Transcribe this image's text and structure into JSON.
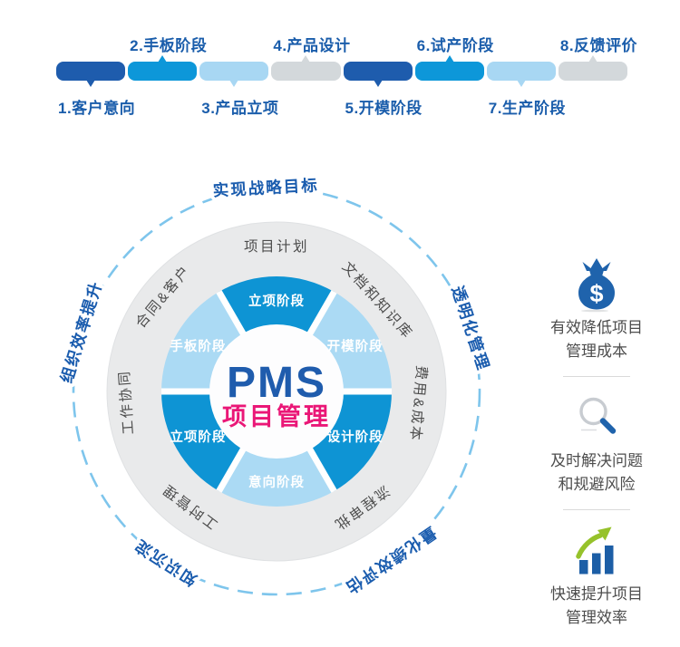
{
  "timeline": {
    "label_color": "#1a5dab",
    "stages": [
      {
        "label": "1.客户意向",
        "color": "#1e5cad",
        "label_position": "below"
      },
      {
        "label": "2.手板阶段",
        "color": "#0d97d9",
        "label_position": "above"
      },
      {
        "label": "3.产品立项",
        "color": "#a8d7f3",
        "label_position": "below"
      },
      {
        "label": "4.产品设计",
        "color": "#d3d8db",
        "label_position": "above"
      },
      {
        "label": "5.开模阶段",
        "color": "#1e5cad",
        "label_position": "below"
      },
      {
        "label": "6.试产阶段",
        "color": "#0d97d9",
        "label_position": "above"
      },
      {
        "label": "7.生产阶段",
        "color": "#a8d7f3",
        "label_position": "below"
      },
      {
        "label": "8.反馈评价",
        "color": "#d3d8db",
        "label_position": "above"
      }
    ]
  },
  "wheel": {
    "center_title": "PMS",
    "center_subtitle": "项目管理",
    "center_title_color": "#1f5cad",
    "center_subtitle_color": "#ea1777",
    "ring_color": "#e9eaeb",
    "dash_color": "#7ec5ec",
    "outer_label_color": "#1a5cae",
    "ring_label_color": "#4c4c4c",
    "segments": [
      {
        "label": "立项阶段",
        "angle": 0,
        "color": "#0e94d4"
      },
      {
        "label": "开模阶段",
        "angle": 60,
        "color": "#abdaf4"
      },
      {
        "label": "设计阶段",
        "angle": 120,
        "color": "#0e94d4"
      },
      {
        "label": "意向阶段",
        "angle": 180,
        "color": "#abdaf4"
      },
      {
        "label": "立项阶段",
        "angle": 240,
        "color": "#0e94d4"
      },
      {
        "label": "手板阶段",
        "angle": 300,
        "color": "#abdaf4"
      }
    ],
    "ring_labels": [
      {
        "label": "项目计划",
        "angle": 0
      },
      {
        "label": "文档和知识库",
        "angle": 48
      },
      {
        "label": "费用&成本",
        "angle": 95
      },
      {
        "label": "流程审批",
        "angle": 144
      },
      {
        "label": "工时管理",
        "angle": 217
      },
      {
        "label": "工作协同",
        "angle": 266
      },
      {
        "label": "合同&客户",
        "angle": 310
      }
    ],
    "outer_labels": [
      {
        "label": "实现战略目标",
        "angle": -3
      },
      {
        "label": "透明化管理",
        "angle": 72
      },
      {
        "label": "量化绩效评估",
        "angle": 146
      },
      {
        "label": "知识沉淀",
        "angle": 213
      },
      {
        "label": "组织效率提升",
        "angle": 287
      }
    ]
  },
  "benefits": {
    "text_color": "#4d4d4d",
    "icon_blue": "#1f63ac",
    "icon_navy": "#1c5ea6",
    "icon_green": "#96c22b",
    "icon_gray": "#c8ccd1",
    "items": [
      {
        "icon": "money-bag-icon",
        "line1": "有效降低项目",
        "line2": "管理成本"
      },
      {
        "icon": "magnifier-icon",
        "line1": "及时解决问题",
        "line2": "和规避风险"
      },
      {
        "icon": "bar-chart-growth-icon",
        "line1": "快速提升项目",
        "line2": "管理效率"
      }
    ]
  }
}
